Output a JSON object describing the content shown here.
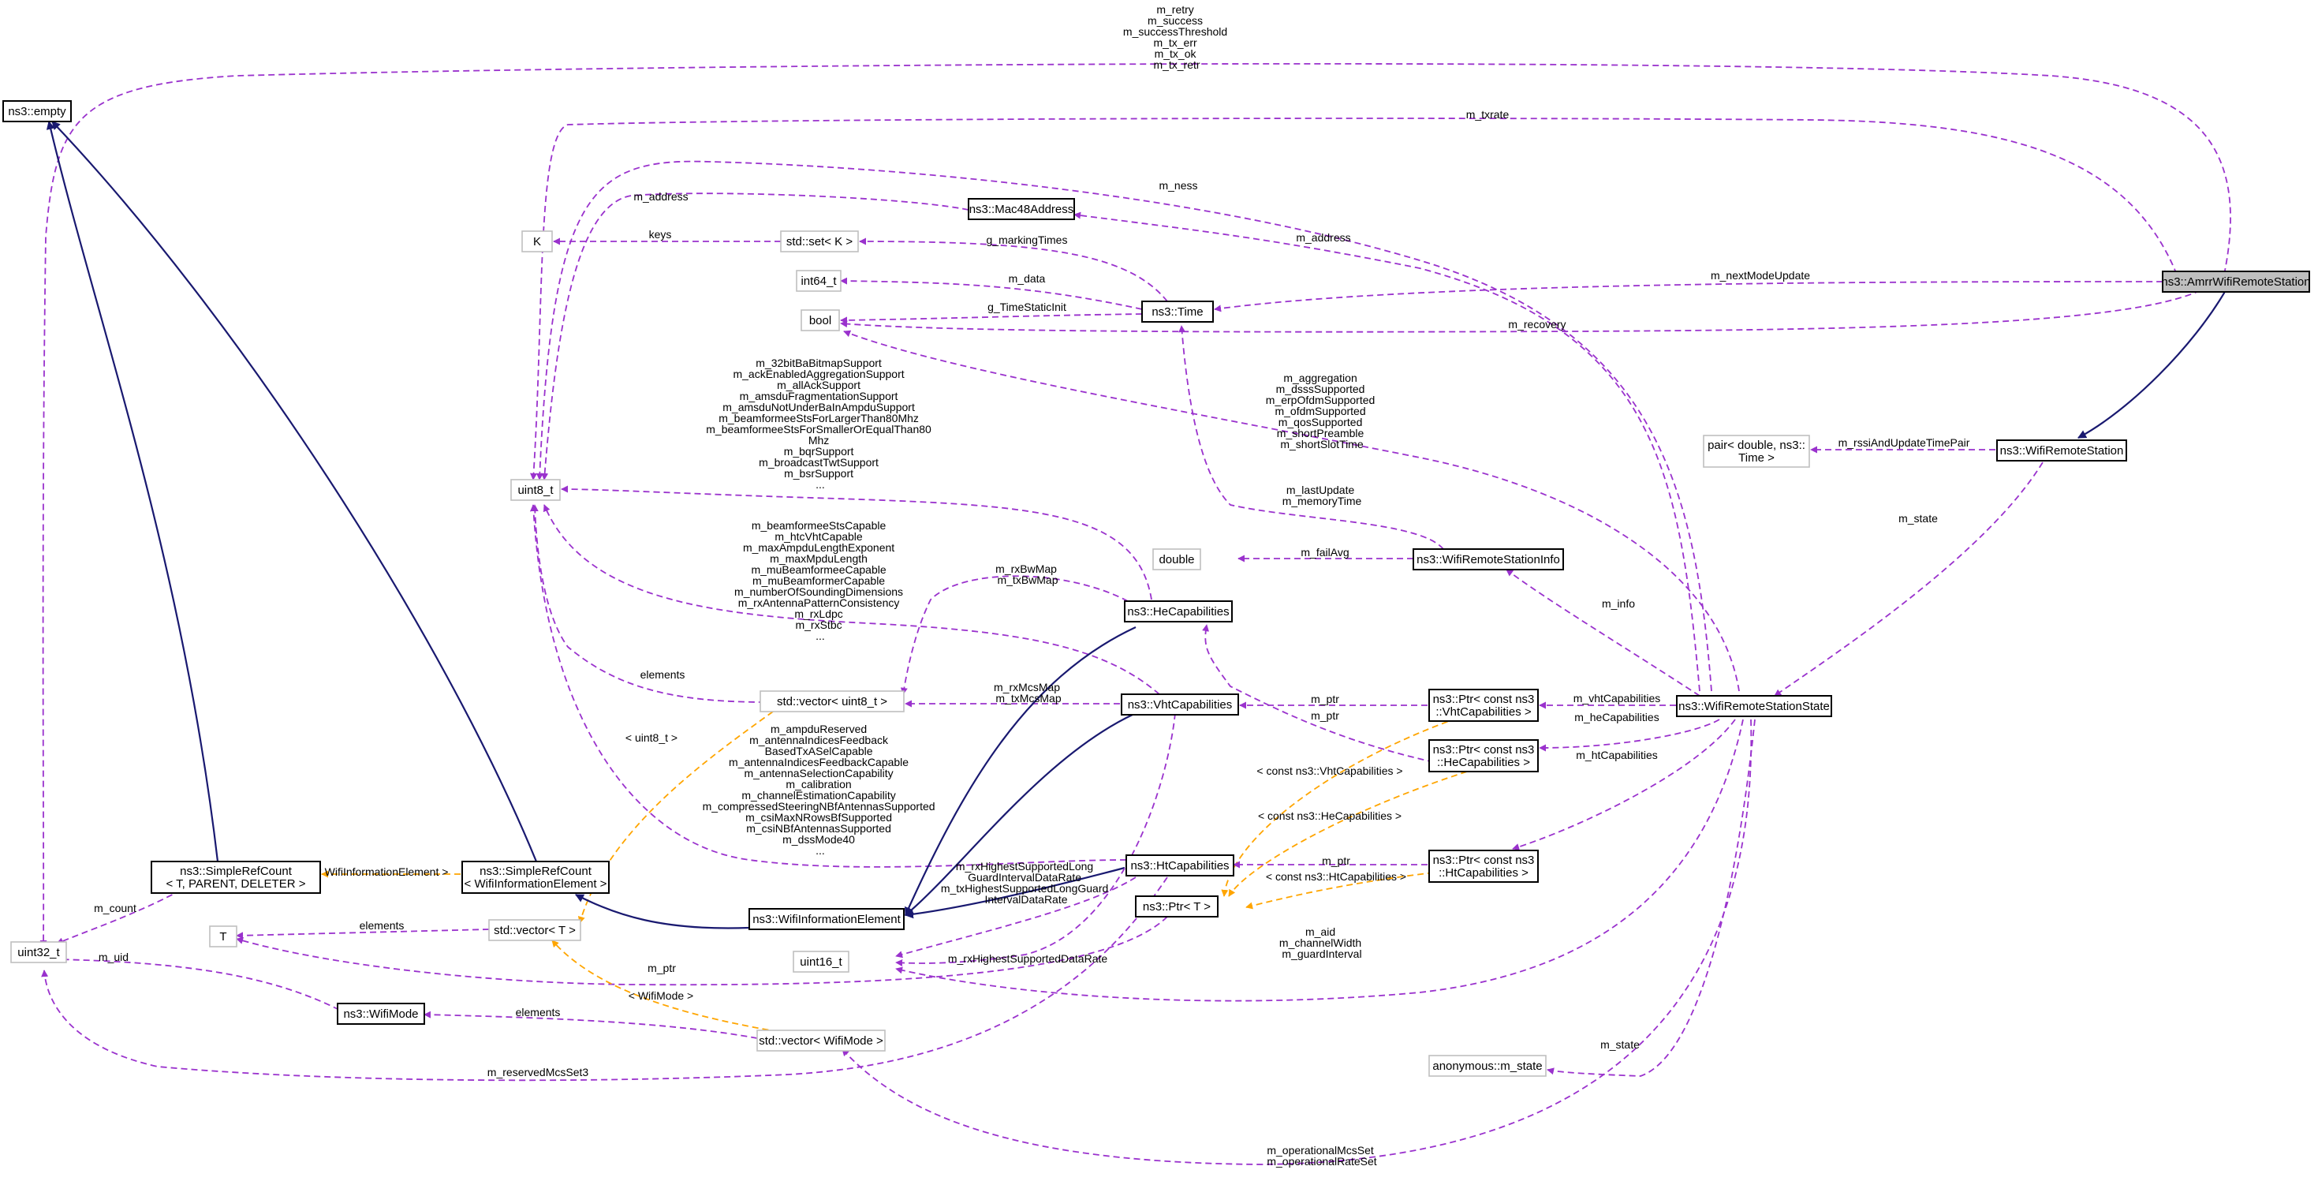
{
  "colors": {
    "usage": "#9a32cd",
    "template": "#ffa500",
    "inheritance": "#191970",
    "box_border": "#000000",
    "external_box_border": "#bfbfbf",
    "focus_fill": "#bfbfbf"
  },
  "nodes": {
    "ns3_empty": "ns3::empty",
    "K": "K",
    "std_set_K": "std::set< K >",
    "mac48": "ns3::Mac48Address",
    "int64": "int64_t",
    "bool": "bool",
    "ns3_time": "ns3::Time",
    "amrr": "ns3::AmrrWifiRemoteStation",
    "uint8": "uint8_t",
    "pair_line1": "pair< double, ns3::",
    "pair_line2": "Time >",
    "wifi_remote_station": "ns3::WifiRemoteStation",
    "double": "double",
    "station_info": "ns3::WifiRemoteStationInfo",
    "he_caps": "ns3::HeCapabilities",
    "vector_uint8": "std::vector< uint8_t >",
    "vht_caps": "ns3::VhtCapabilities",
    "ptr_vht_line1": "ns3::Ptr< const ns3",
    "ptr_vht_line2": "::VhtCapabilities >",
    "station_state": "ns3::WifiRemoteStationState",
    "ptr_he_line1": "ns3::Ptr< const ns3",
    "ptr_he_line2": "::HeCapabilities >",
    "src_simple_line1": "ns3::SimpleRefCount",
    "src_simple_line2": "< T, PARENT, DELETER >",
    "src_wie_line1": "ns3::SimpleRefCount",
    "src_wie_line2": "< WifiInformationElement >",
    "wie": "ns3::WifiInformationElement",
    "ht_caps": "ns3::HtCapabilities",
    "ptr_ht_line1": "ns3::Ptr< const ns3",
    "ptr_ht_line2": "::HtCapabilities >",
    "ptr_T": "ns3::Ptr< T >",
    "uint32": "uint32_t",
    "T": "T",
    "vector_T": "std::vector< T >",
    "uint16": "uint16_t",
    "wifi_mode": "ns3::WifiMode",
    "vector_wifimode": "std::vector< WifiMode >",
    "anon_state": "anonymous::m_state"
  },
  "edge_labels": {
    "amrr_to_uint32": [
      "m_retry",
      "m_success",
      "m_successThreshold",
      "m_tx_err",
      "m_tx_ok",
      "m_tx_retr"
    ],
    "m_txrate": "m_txrate",
    "m_ness": "m_ness",
    "m_address_mac": "m_address",
    "m_address_state": "m_address",
    "keys": "keys",
    "g_markingTimes": "g_markingTimes",
    "m_data": "m_data",
    "g_TimeStaticInit": "g_TimeStaticInit",
    "m_nextModeUpdate": "m_nextModeUpdate",
    "m_recovery": "m_recovery",
    "he_to_uint8": [
      "m_32bitBaBitmapSupport",
      "m_ackEnabledAggregationSupport",
      "m_allAckSupport",
      "m_amsduFragmentationSupport",
      "m_amsduNotUnderBaInAmpduSupport",
      "m_beamformeeStsForLargerThan80Mhz",
      "m_beamformeeStsForSmallerOrEqualThan80",
      "Mhz",
      "m_bqrSupport",
      "m_broadcastTwtSupport",
      "m_bsrSupport",
      "..."
    ],
    "state_to_bool": [
      "m_aggregation",
      "m_dsssSupported",
      "m_erpOfdmSupported",
      "m_ofdmSupported",
      "m_qosSupported",
      "m_shortPreamble",
      "m_shortSlotTime"
    ],
    "info_to_time": [
      "m_lastUpdate",
      "m_memoryTime"
    ],
    "m_rssiAndUpdateTimePair": "m_rssiAndUpdateTimePair",
    "m_state_station": "m_state",
    "m_failAvg": "m_failAvg",
    "vht_to_uint8": [
      "m_beamformeeStsCapable",
      "m_htcVhtCapable",
      "m_maxAmpduLengthExponent",
      "m_maxMpduLength",
      "m_muBeamformeeCapable",
      "m_muBeamformerCapable",
      "m_numberOfSoundingDimensions",
      "m_rxAntennaPatternConsistency",
      "m_rxLdpc",
      "m_rxStbc",
      "..."
    ],
    "he_bwmap": [
      "m_rxBwMap",
      "m_txBwMap"
    ],
    "m_info": "m_info",
    "elements_uint8": "elements",
    "vht_mcsmap": [
      "m_rxMcsMap",
      "m_txMcsMap"
    ],
    "m_ptr_vht": "m_ptr",
    "m_ptr_he": "m_ptr",
    "m_vhtCapabilities": "m_vhtCapabilities",
    "m_heCapabilities": "m_heCapabilities",
    "m_htCapabilities": "m_htCapabilities",
    "tmpl_uint8": "< uint8_t >",
    "ht_to_uint8": [
      "m_ampduReserved",
      "m_antennaIndicesFeedback",
      "BasedTxASelCapable",
      "m_antennaIndicesFeedbackCapable",
      "m_antennaSelectionCapability",
      "m_calibration",
      "m_channelEstimationCapability",
      "m_compressedSteeringNBfAntennasSupported",
      "m_csiMaxNRowsBfSupported",
      "m_csiNBfAntennasSupported",
      "m_dssMode40",
      "..."
    ],
    "tmpl_vht": "< const ns3::VhtCapabilities >",
    "tmpl_he": "< const ns3::HeCapabilities >",
    "tmpl_ht": "< const ns3::HtCapabilities >",
    "m_ptr_ht": "m_ptr",
    "tmpl_wie": "< WifiInformationElement >",
    "ht_to_uint16": [
      "m_rxHighestSupportedLong",
      "GuardIntervalDataRate",
      "m_txHighestSupportedLongGuard",
      "IntervalDataRate"
    ],
    "m_rxHighestSupportedDataRate": "m_rxHighestSupportedDataRate",
    "m_count": "m_count",
    "elements_T": "elements",
    "m_uid": "m_uid",
    "m_ptr_T": "m_ptr",
    "state_to_uint16": [
      "m_aid",
      "m_channelWidth",
      "m_guardInterval"
    ],
    "elements_wifimode": "elements",
    "tmpl_wifimode": "< WifiMode >",
    "m_reservedMcsSet3": "m_reservedMcsSet3",
    "m_state_anon": "m_state",
    "state_to_vector_wifimode": [
      "m_operationalMcsSet",
      "m_operationalRateSet"
    ]
  }
}
